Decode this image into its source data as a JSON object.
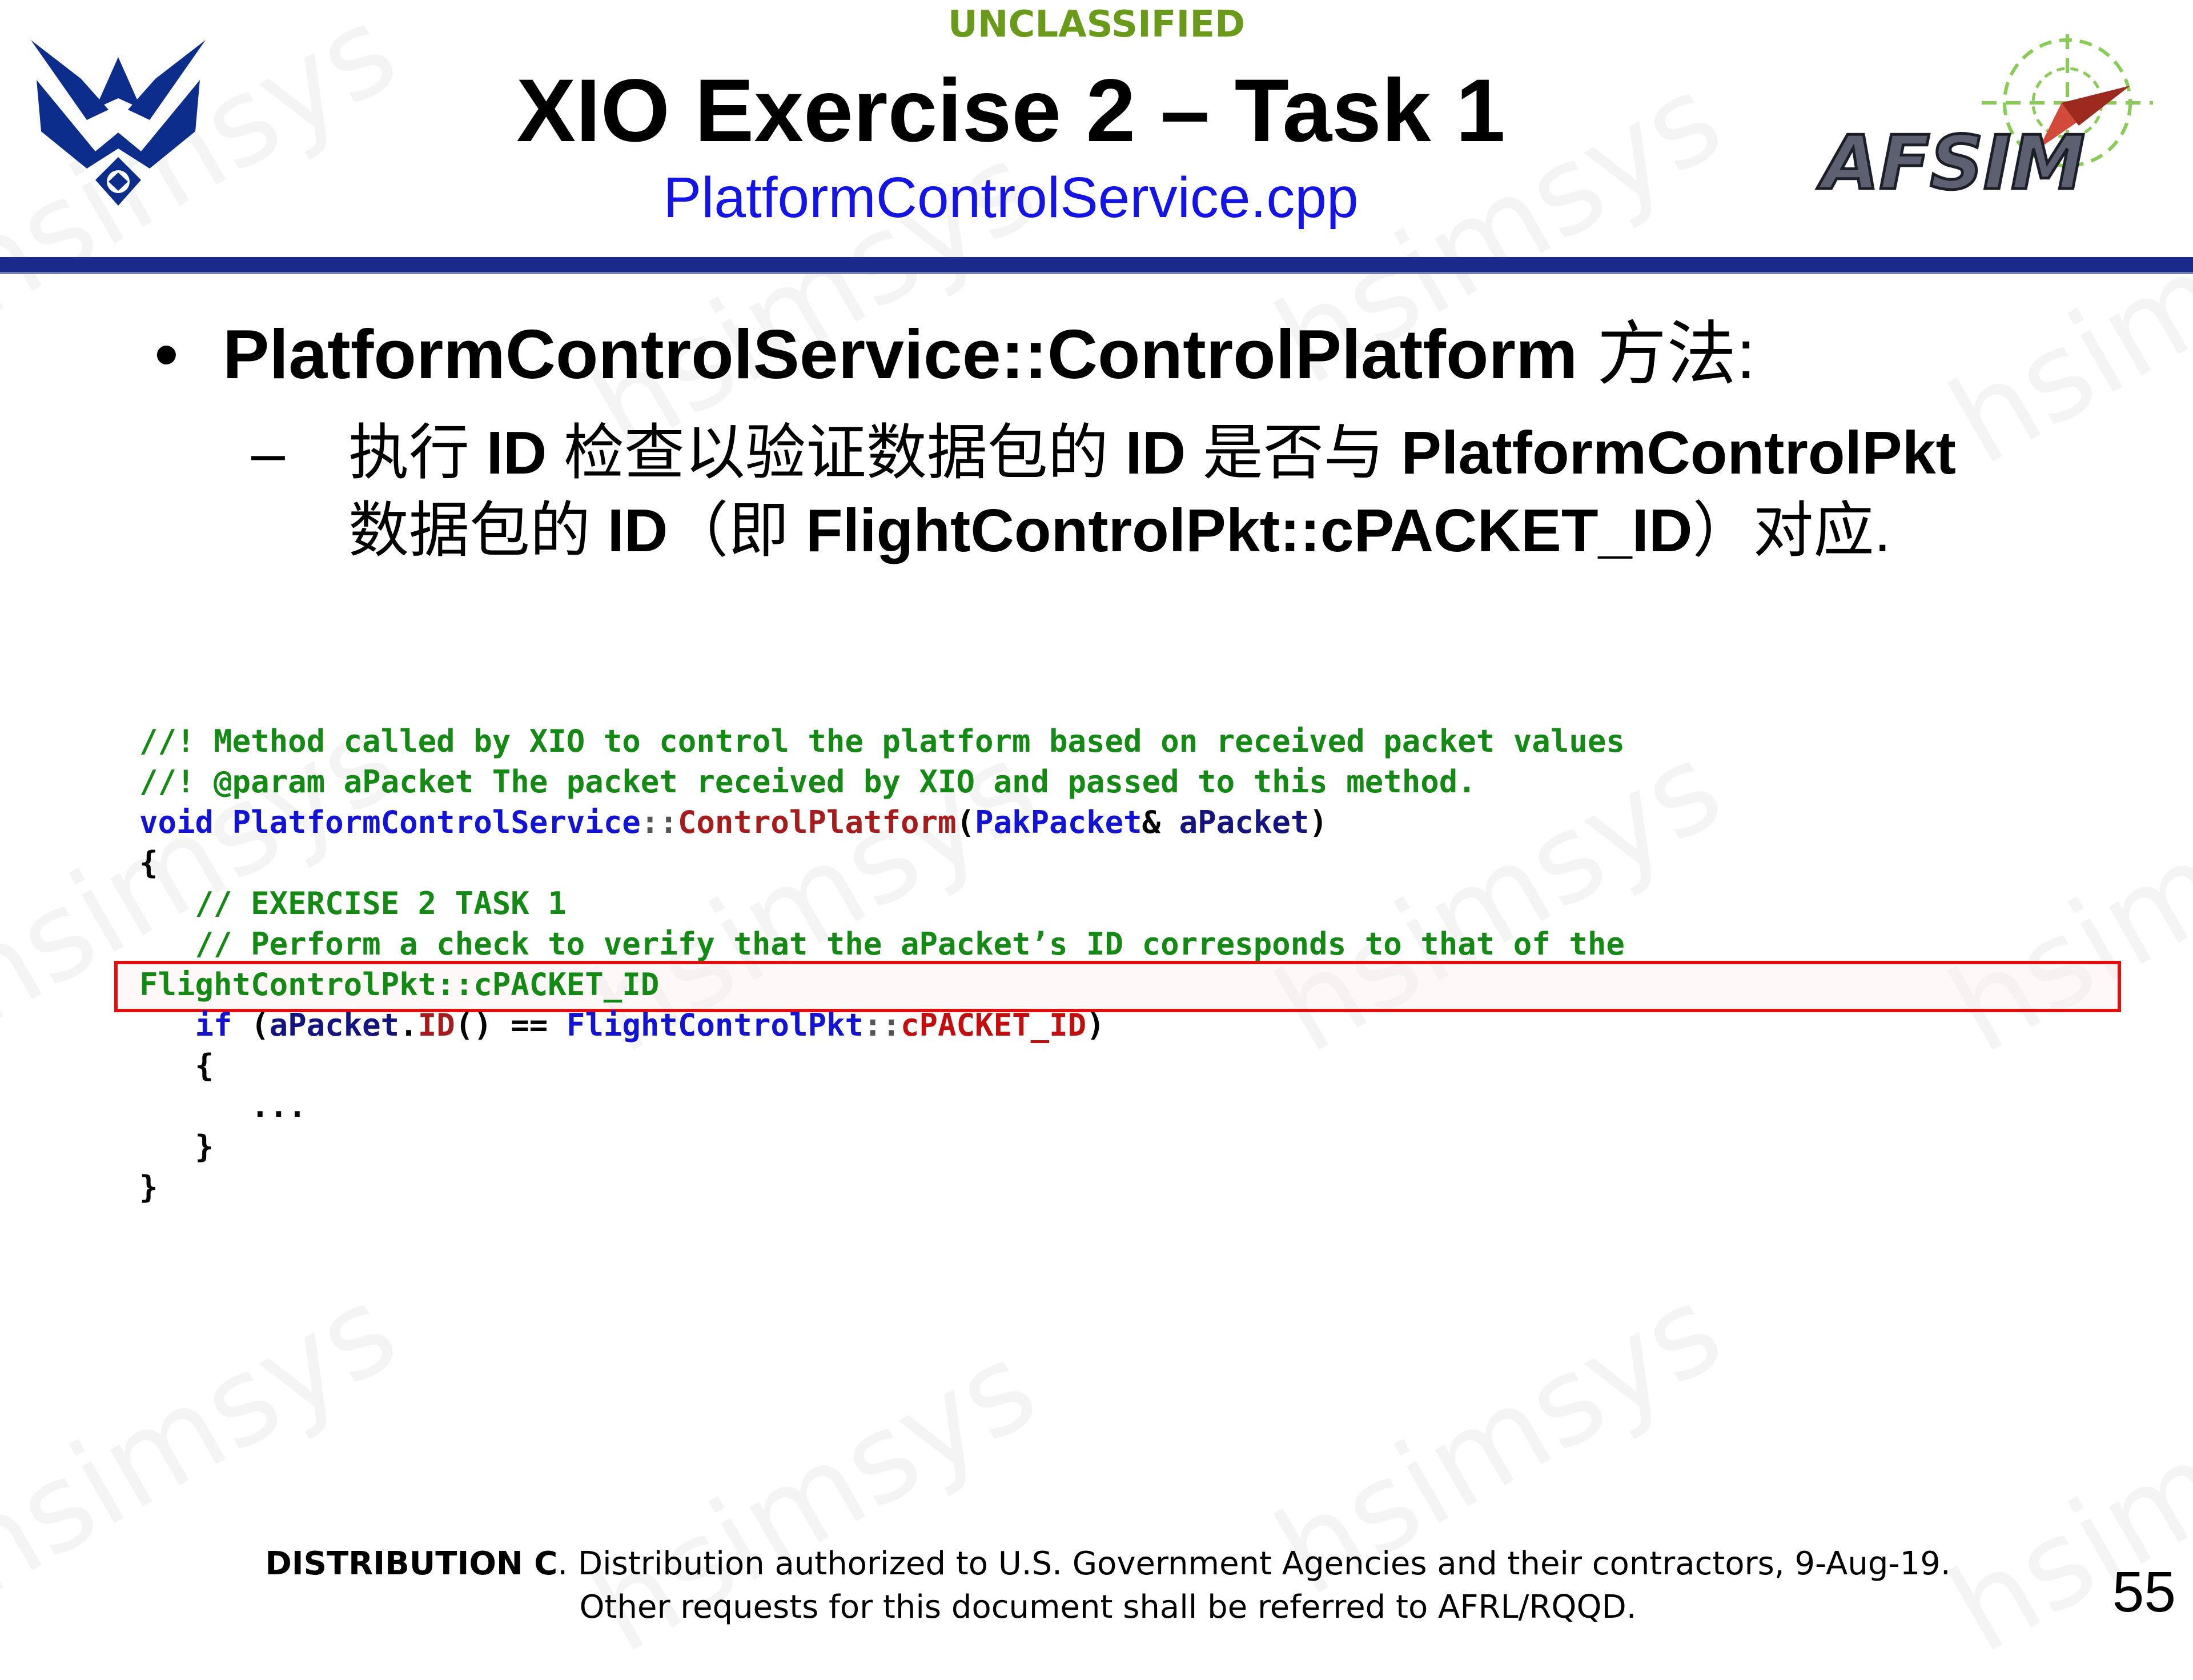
{
  "header": {
    "classification": "UNCLASSIFIED",
    "title": "XIO Exercise 2 – Task 1",
    "subtitle": "PlatformControlService.cpp",
    "afsim_logo_text": "AFSIM",
    "rule_color": "#1a2a8c"
  },
  "bullets": {
    "b1_marker": "•",
    "b1_bold": "PlatformControlService::ControlPlatform",
    "b1_rest": " 方法:",
    "b2_marker": "–",
    "b2_t1": "执行 ",
    "b2_b1": "ID",
    "b2_t2": " 检查以验证数据包的 ",
    "b2_b2": "ID",
    "b2_t3": " 是否与 ",
    "b2_b3": "PlatformControlPkt",
    "b2_t4": "数据包的 ",
    "b2_b4": "ID",
    "b2_t5": "（即 ",
    "b2_b5": "FlightControlPkt::cPACKET_ID",
    "b2_t6": "）对应."
  },
  "code": {
    "l1": "//! Method called by XIO to control the platform based on received packet values",
    "l2": "//! @param aPacket The packet received by XIO and passed to this method.",
    "l3_void": "void",
    "l3_class": "PlatformControlService",
    "l3_sep": "::",
    "l3_fn": "ControlPlatform",
    "l3_open": "(",
    "l3_type": "PakPacket",
    "l3_amp": "& ",
    "l3_param": "aPacket",
    "l3_close": ")",
    "l4": "{",
    "l5": "   // EXERCISE 2 TASK 1",
    "l6": "   // Perform a check to verify that the aPacket’s ID corresponds to that of the",
    "l7": "FlightControlPkt::cPACKET_ID",
    "l8_if": "if",
    "l8_open": " (",
    "l8_obj": "aPacket",
    "l8_dot": ".",
    "l8_id": "ID",
    "l8_eq": "() == ",
    "l8_type": "FlightControlPkt",
    "l8_sep": "::",
    "l8_const": "cPACKET_ID",
    "l8_close": ")",
    "l9": "   {",
    "l10": "      ...",
    "l11": "   }",
    "l12": "}"
  },
  "footer": {
    "dist_bold": "DISTRIBUTION C",
    "dist_rest": ". Distribution authorized to U.S. Government Agencies and their contractors, 9-Aug-19.",
    "line2": "Other requests for this document shall be referred to AFRL/RQQD.",
    "page_number": "55"
  },
  "watermark": "hsimsys",
  "colors": {
    "comment": "#138a13",
    "keyword": "#1313d6",
    "function": "#a61c1c",
    "member": "#c40e0e",
    "highlight_border": "#e01010",
    "classification": "#6a9a1a",
    "subtitle": "#1414e6"
  }
}
